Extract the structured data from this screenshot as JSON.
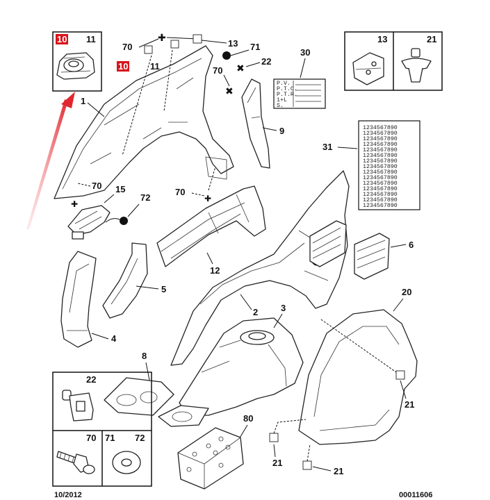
{
  "callouts": {
    "c10_inset": "10",
    "c11_inset": "11",
    "c70_top": "70",
    "c10_red": "10",
    "c11_mid": "11",
    "c13_top": "13",
    "c71_top": "71",
    "c22_top": "22",
    "c70_mid": "70",
    "c30": "30",
    "c13_inset": "13",
    "c21_inset": "21",
    "c1": "1",
    "c9": "9",
    "c31": "31",
    "c70_left": "70",
    "c15": "15",
    "c72": "72",
    "c70_center": "70",
    "c12": "12",
    "c6": "6",
    "c5": "5",
    "c4": "4",
    "c2": "2",
    "c3": "3",
    "c20": "20",
    "c8": "8",
    "c21_a": "21",
    "c22_box": "22",
    "c70_box": "70",
    "c71_box": "71",
    "c72_box": "72",
    "c80": "80",
    "c21_b": "21",
    "c21_c": "21"
  },
  "label_30_rows": [
    "P.V.",
    "P.T.C.",
    "P.T.R.",
    "1+L",
    "S."
  ],
  "label_31_rows": [
    "1234567890",
    "1234567890",
    "1234567890",
    "1234567890",
    "1234567890",
    "1234567890",
    "1234567890",
    "1234567890",
    "1234567890",
    "1234567890",
    "1234567890",
    "1234567890",
    "1234567890",
    "1234567890",
    "1234567890"
  ],
  "footer": {
    "date": "10/2012",
    "ref": "00011606"
  },
  "colors": {
    "highlight": "#d8141c",
    "arrow": "#e8444c",
    "line": "#222222"
  }
}
